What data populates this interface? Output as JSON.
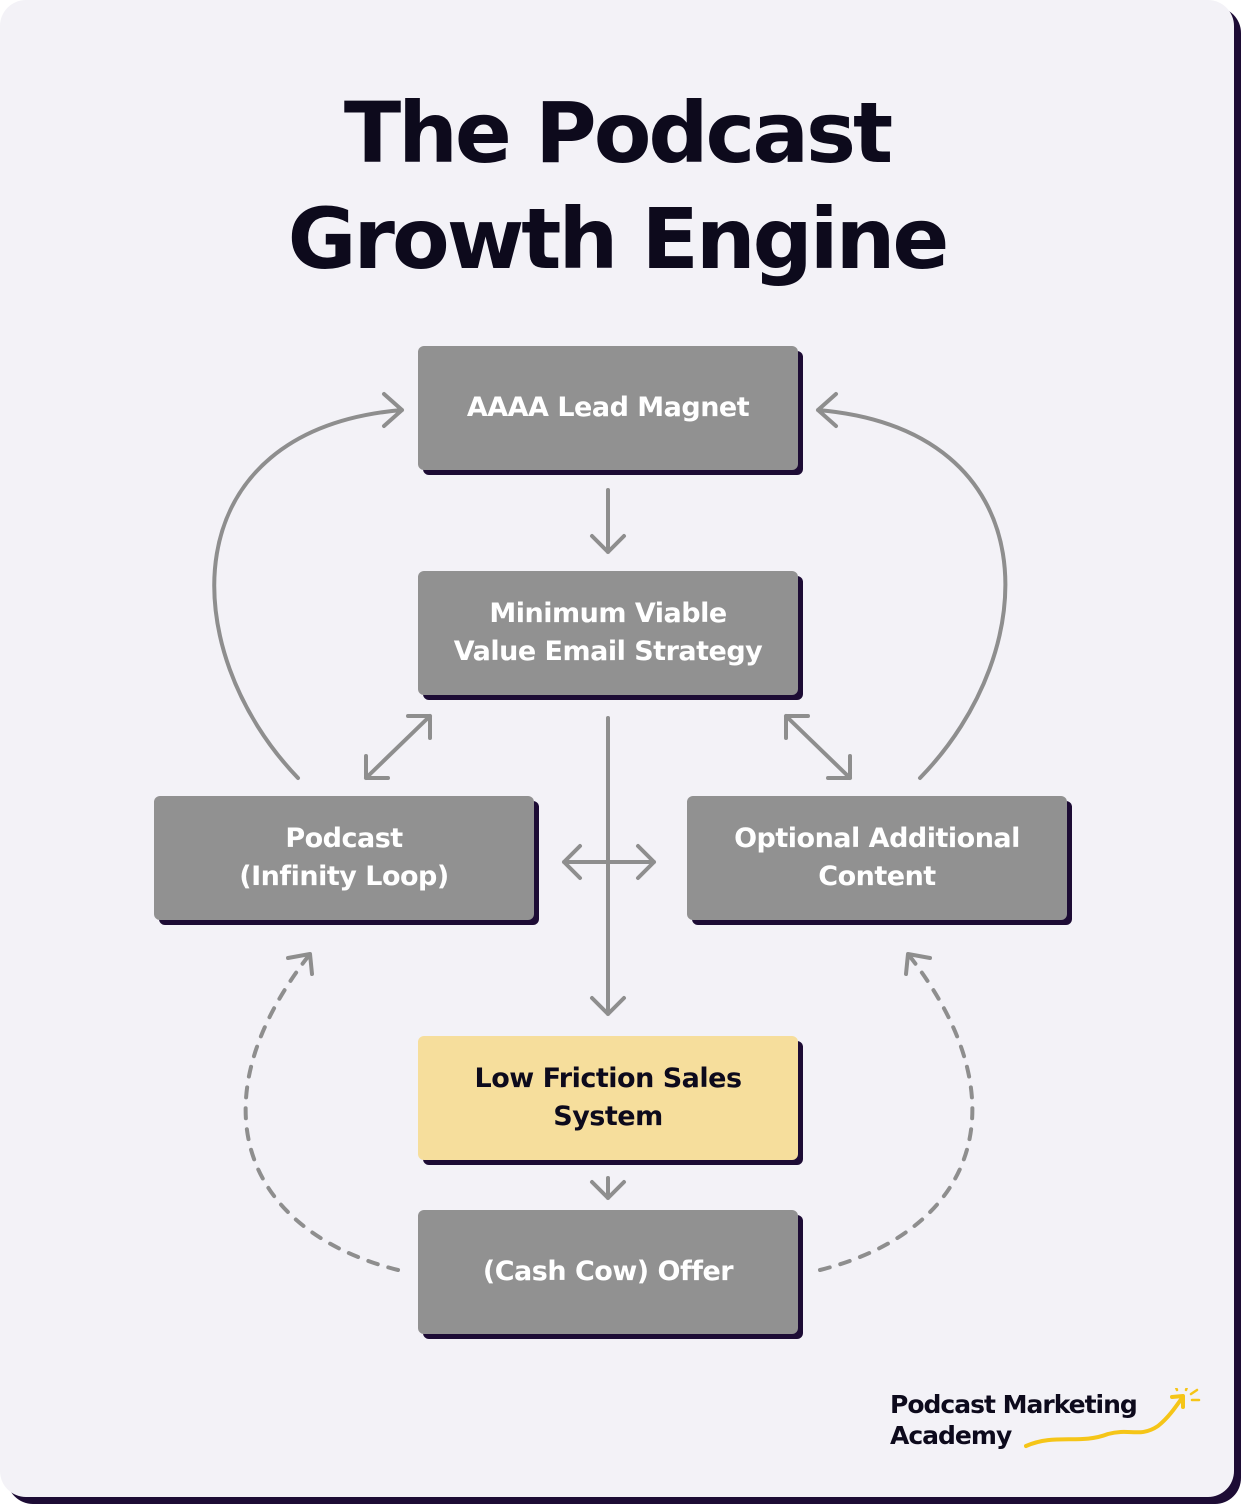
{
  "title": {
    "line1": "The Podcast",
    "line2": "Growth Engine"
  },
  "nodes": {
    "lead_magnet": [
      "AAAA Lead Magnet"
    ],
    "email_strategy": [
      "Minimum Viable",
      "Value Email Strategy"
    ],
    "podcast": [
      "Podcast",
      "(Infinity Loop)"
    ],
    "additional_content": [
      "Optional Additional",
      "Content"
    ],
    "sales_system": [
      "Low Friction Sales",
      "System"
    ],
    "offer": [
      "(Cash Cow) Offer"
    ]
  },
  "logo": {
    "line1": "Podcast Marketing",
    "line2": "Academy"
  },
  "colors": {
    "background": "#f3f2f7",
    "box": "#919191",
    "box_highlight": "#f6de9c",
    "shadow": "#1d0c35",
    "arrow": "#8e8e8e",
    "logo_accent": "#f5c518",
    "title_text": "#0d0a1c"
  }
}
